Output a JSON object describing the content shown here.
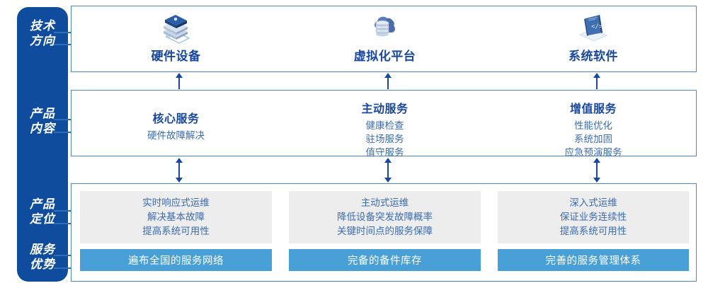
{
  "sidebar": {
    "sections": [
      {
        "name": "technology-direction",
        "line1": "技术",
        "line2": "方向"
      },
      {
        "name": "product-content",
        "line1": "产品",
        "line2": "内容"
      },
      {
        "name": "product-positioning",
        "line1": "产品",
        "line2": "定位"
      },
      {
        "name": "service-advantage",
        "line1": "服务",
        "line2": "优势"
      }
    ],
    "background_color": "#0f4c9e",
    "text_color": "#ffffff"
  },
  "technology": {
    "items": [
      {
        "icon": "server-stack-icon",
        "title": "硬件设备"
      },
      {
        "icon": "cloud-database-icon",
        "title": "虚拟化平台"
      },
      {
        "icon": "laptop-code-icon",
        "title": "系统软件"
      }
    ]
  },
  "product_content": {
    "items": [
      {
        "title": "核心服务",
        "lines": [
          "硬件故障解决"
        ]
      },
      {
        "title": "主动服务",
        "lines": [
          "健康检查",
          "驻场服务",
          "值守服务"
        ]
      },
      {
        "title": "增值服务",
        "lines": [
          "性能优化",
          "系统加固",
          "应急预演服务"
        ]
      }
    ]
  },
  "product_positioning": {
    "cards": [
      {
        "lines": [
          "实时响应式运维",
          "解决基本故障",
          "提高系统可用性"
        ]
      },
      {
        "lines": [
          "主动式运维",
          "降低设备突发故障概率",
          "关键时间点的服务保障"
        ]
      },
      {
        "lines": [
          "深入式运维",
          "保证业务连续性",
          "提高系统可用性"
        ]
      }
    ],
    "card_background": "#ededed",
    "text_color": "#3b6cb0"
  },
  "service_advantage": {
    "bars": [
      {
        "label": "遍布全国的服务网络"
      },
      {
        "label": "完备的备件库存"
      },
      {
        "label": "完善的服务管理体系"
      }
    ],
    "bar_color": "#49a0d6",
    "text_color": "#ffffff"
  },
  "theme": {
    "accent_dark_blue": "#17479e",
    "border_blue": "#4a86c8",
    "connector_blue": "#2f6fb5"
  }
}
